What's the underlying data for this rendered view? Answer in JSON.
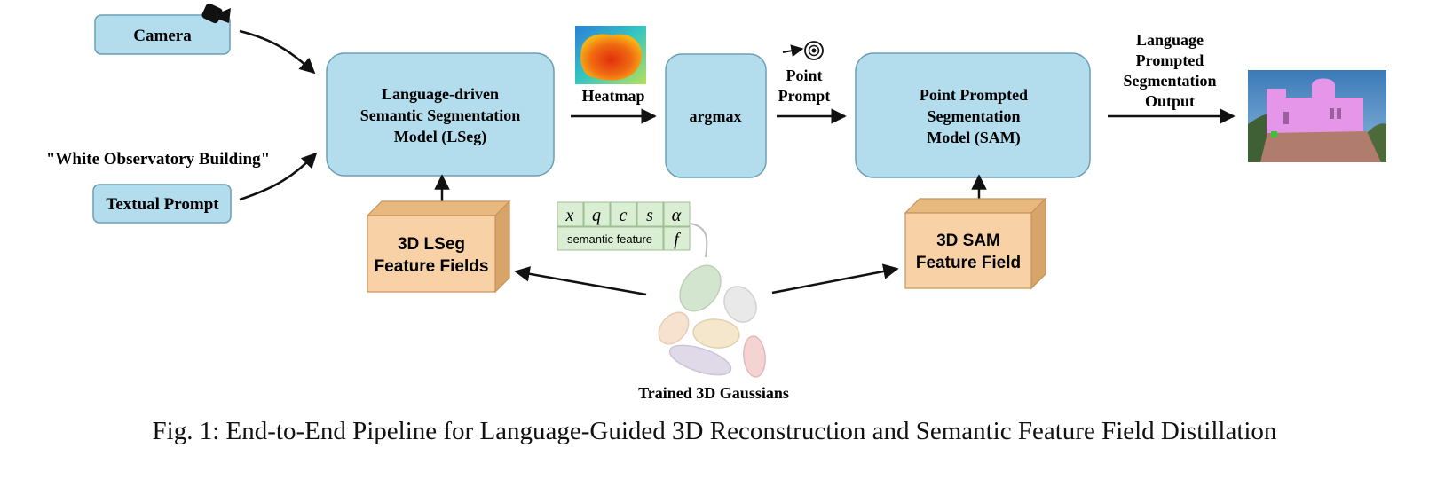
{
  "diagram": {
    "inputs": {
      "camera_label": "Camera",
      "prompt_quote": "\"White Observatory Building\"",
      "textual_prompt_label": "Textual Prompt"
    },
    "lseg_model": {
      "line1": "Language-driven",
      "line2": "Semantic Segmentation",
      "line3": "Model (LSeg)"
    },
    "heatmap_label": "Heatmap",
    "argmax_label": "argmax",
    "point_prompt": {
      "line1": "Point",
      "line2": "Prompt"
    },
    "sam_model": {
      "line1": "Point Prompted",
      "line2": "Segmentation",
      "line3": "Model (SAM)"
    },
    "output": {
      "line1": "Language",
      "line2": "Prompted",
      "line3": "Segmentation",
      "line4": "Output"
    },
    "lseg_field": {
      "line1": "3D LSeg",
      "line2": "Feature Fields"
    },
    "sam_field": {
      "line1": "3D SAM",
      "line2": "Feature Field"
    },
    "gaussian_params": {
      "symbols": [
        "x",
        "q",
        "c",
        "s",
        "α"
      ],
      "semantic_label": "semantic feature",
      "f_symbol": "f"
    },
    "gaussians_label": "Trained 3D Gaussians"
  },
  "caption": "Fig. 1: End-to-End Pipeline for Language-Guided 3D Reconstruction and Semantic Feature Field Distillation",
  "colors": {
    "box_fill": "#b3dced",
    "box_stroke": "#6a9fb6",
    "cube_front": "#f8d2a6",
    "cube_top": "#e7b97f",
    "cube_side": "#d7a469",
    "param_fill": "#d9eed2",
    "arrow": "#111111"
  }
}
